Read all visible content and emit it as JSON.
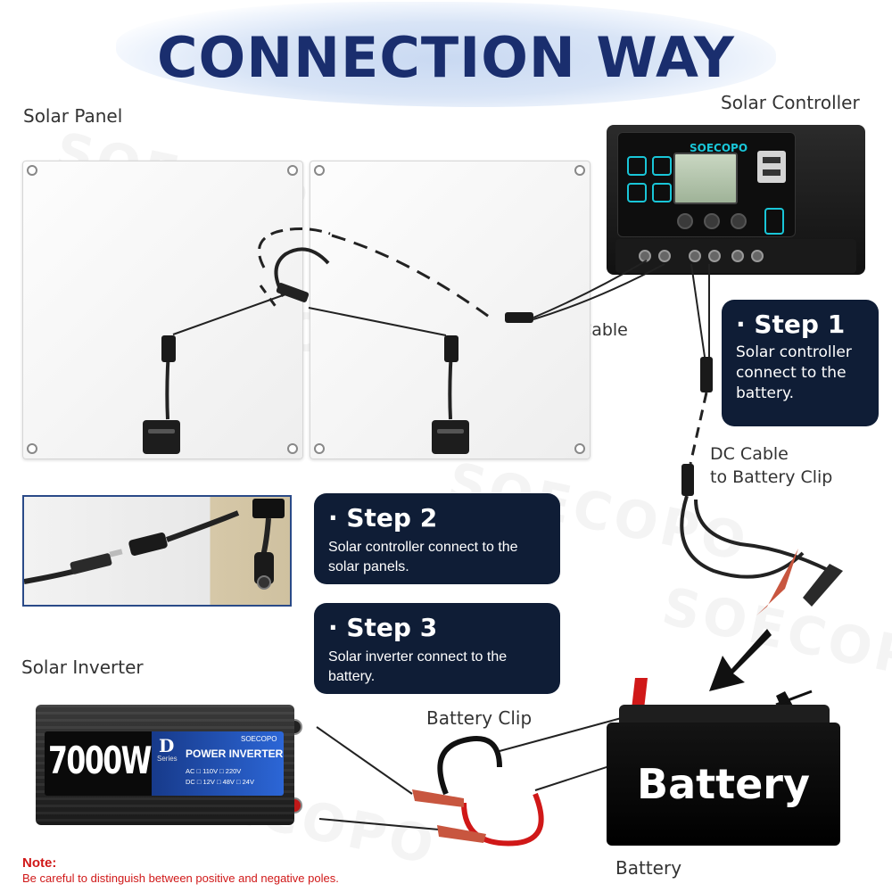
{
  "title": "CONNECTION WAY",
  "watermark": "SOECOPO",
  "labels": {
    "solar_panel": "Solar Panel",
    "solar_controller": "Solar Controller",
    "dc_cable": "DC Cable",
    "dc_cable_battery_line1": "DC Cable",
    "dc_cable_battery_line2": "to Battery Clip",
    "solar_inverter": "Solar Inverter",
    "battery_clip": "Battery Clip",
    "battery": "Battery"
  },
  "steps": [
    {
      "title": "· Step 1",
      "lines": [
        "Solar controller",
        "connect to the",
        "battery."
      ]
    },
    {
      "title": "· Step 2",
      "lines": [
        "Solar controller connect to the",
        "solar panels."
      ]
    },
    {
      "title": "· Step 3",
      "lines": [
        "Solar inverter connect to the",
        "battery."
      ]
    }
  ],
  "controller": {
    "brand": "SOECOPO"
  },
  "inverter": {
    "wattage": "7000W",
    "series_letter": "D",
    "series_word": "Series",
    "brand": "SOECOPO",
    "title": "POWER INVERTER",
    "spec_ac": "AC □ 110V □ 220V",
    "spec_dc": "DC □ 12V □ 48V □ 24V"
  },
  "battery_body_text": "Battery",
  "note": {
    "title": "Note:",
    "text": "Be careful to distinguish between positive and negative poles."
  },
  "colors": {
    "title": "#1a2e6e",
    "step_card": "#0f1d36",
    "note": "#d01818",
    "controller_accent": "#19c6d8"
  }
}
